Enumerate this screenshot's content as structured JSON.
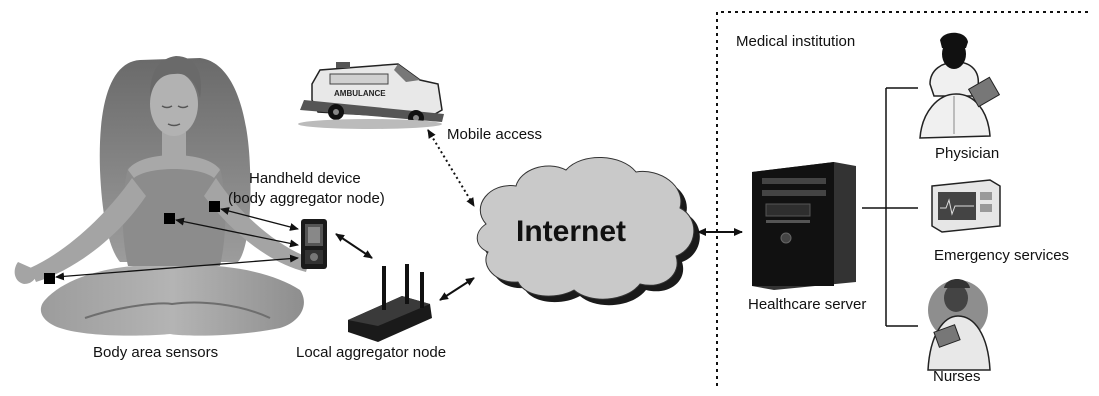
{
  "labels": {
    "medical_institution": "Medical institution",
    "mobile_access": "Mobile access",
    "handheld_line1": "Handheld device",
    "handheld_line2": "(body aggregator node)",
    "internet": "Internet",
    "physician": "Physician",
    "emergency_services": "Emergency services",
    "healthcare_server": "Healthcare server",
    "nurses": "Nurses",
    "body_area_sensors": "Body area sensors",
    "local_aggregator_node": "Local aggregator node",
    "ambulance_text": "AMBULANCE"
  },
  "icons": {
    "person": "woman-meditating-icon",
    "ambulance": "ambulance-icon",
    "handheld": "handheld-device-icon",
    "router": "wireless-router-icon",
    "cloud": "internet-cloud-icon",
    "server": "server-tower-icon",
    "physician": "physician-icon",
    "monitor": "patient-monitor-icon",
    "nurse": "nurse-icon"
  },
  "colors": {
    "line": "#111111",
    "cloud_fill": "#c9c9c9",
    "cloud_shadow": "#1a1a1a",
    "skin": "#9a9a9a",
    "server": "#1c1c1c"
  }
}
